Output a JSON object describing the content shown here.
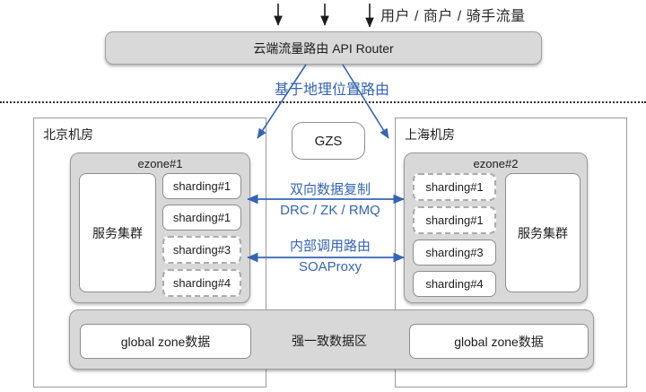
{
  "header": {
    "traffic_label": "用户 / 商户 / 骑手流量",
    "api_router_label": "云端流量路由 API Router",
    "geo_routing_label": "基于地理位置路由"
  },
  "gzs_label": "GZS",
  "beijing": {
    "title": "北京机房",
    "ezone_title": "ezone#1",
    "cluster_label": "服务集群",
    "shardings": [
      "sharding#1",
      "sharding#1",
      "sharding#3",
      "sharding#4"
    ]
  },
  "shanghai": {
    "title": "上海机房",
    "ezone_title": "ezone#2",
    "cluster_label": "服务集群",
    "shardings": [
      "sharding#1",
      "sharding#1",
      "sharding#3",
      "sharding#4"
    ]
  },
  "links": {
    "replication_title": "双向数据复制",
    "replication_subtitle": "DRC / ZK / RMQ",
    "routing_title": "内部调用路由",
    "routing_subtitle": "SOAProxy"
  },
  "global_zone": {
    "band_label": "强一致数据区",
    "left_box_label": "global zone数据",
    "right_box_label": "global zone数据"
  },
  "colors": {
    "accent_blue": "#3565b2",
    "panel_gray": "#d8d8d8"
  }
}
